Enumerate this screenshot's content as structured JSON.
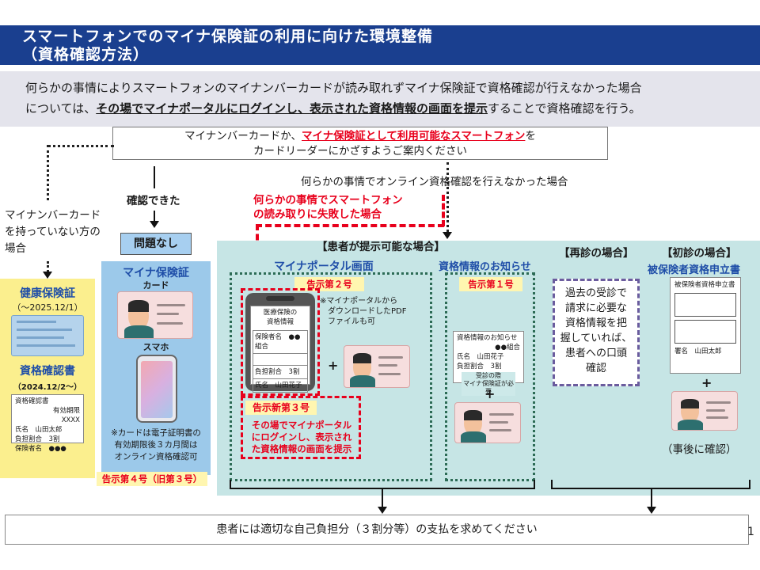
{
  "header": {
    "title_line1": "スマートフォンでのマイナ保険証の利用に向けた環境整備",
    "title_line2": "（資格確認方法）"
  },
  "intro": {
    "line1": "何らかの事情によりスマートフォンのマイナンバーカードが読み取れずマイナ保険証で資格確認が行えなかった場合",
    "line2_pre": "については、",
    "line2_em": "その場でマイナポータルにログインし、表示された資格情報の画面を提示",
    "line2_post": "することで資格確認を行う。"
  },
  "top_box": {
    "pre": "マイナンバーカードか、",
    "highlight": "マイナ保険証として利用可能なスマートフォン",
    "post": "を",
    "line2": "カードリーダーにかざすようご案内ください"
  },
  "left_note": [
    "マイナンバーカード",
    "を持っていない方の",
    "場合"
  ],
  "confirmed_label": "確認できた",
  "problem_label": "問題なし",
  "failed_online": "何らかの事情でオンライン資格確認を行えなかった場合",
  "red_failed": [
    "何らかの事情でスマートフォン",
    "の読み取りに失敗した場合"
  ],
  "yellow_panel": {
    "title1": "健康保険証",
    "date1": "（～2025.12/1）",
    "title2": "資格確認書",
    "date2": "（2024.12/2～）",
    "doc_title": "資格確認書",
    "doc_valid": "有効期限",
    "doc_valid_val": "XXXX",
    "doc_name_label": "氏名",
    "doc_name_val": "山田太郎",
    "doc_ratio_label": "負担割合",
    "doc_ratio_val": "3割",
    "doc_num_label": "保険者名",
    "doc_num_val": "●●●"
  },
  "blue_panel": {
    "title": "マイナ保険証",
    "card_label": "カード",
    "phone_label": "スマホ",
    "note": [
      "※カードは電子証明書の",
      "有効期限後３カ月間は",
      "オンライン資格確認可"
    ],
    "tag": "告示第４号（旧第３号）"
  },
  "teal_panel": {
    "patient_header": "【患者が提示可能な場合】",
    "portal_title": "マイナポータル画面",
    "portal_tag": "告示第２号",
    "portal_note": [
      "※マイナポータルから",
      "ダウンロードしたPDF",
      "ファイルも可"
    ],
    "phone_screen_title": [
      "医療保険の",
      "資格情報"
    ],
    "phone_row1_label": "保険者名",
    "phone_row1_val": "●●組合",
    "phone_row2_label": "負担割合",
    "phone_row2_val": "3割",
    "phone_row3_label": "氏名",
    "phone_row3_val": "山田花子",
    "plus": "+",
    "new3_tag": "告示新第３号",
    "new3_text": [
      "その場でマイナポータル",
      "にログインし、表示され",
      "た資格情報の画面を提示"
    ],
    "notice_title": "資格情報のお知らせ",
    "notice_tag": "告示第１号",
    "notice_doc_title": "資格情報のお知らせ",
    "notice_row1": "●●組合",
    "notice_row2_label": "氏名",
    "notice_row2_val": "山田花子",
    "notice_row3_label": "負担割合",
    "notice_row3_val": "3割",
    "notice_bubble": [
      "受診の際",
      "マイナ保険証が必要"
    ],
    "revisit_header": "【再診の場合】",
    "revisit_text": [
      "過去の受診で",
      "請求に必要な",
      "資格情報を把",
      "握していれば、",
      "患者への口頭",
      "確認"
    ],
    "first_header": "【初診の場合】",
    "first_title": "被保険者資格申立書",
    "first_doc_title": "被保険者資格申立書",
    "first_doc_sig_label": "署名",
    "first_doc_sig_val": "山田太郎",
    "first_note": "（事後に確認）"
  },
  "bottom_box": "患者には適切な自己負担分（３割分等）の支払を求めてください",
  "page_number": "1"
}
